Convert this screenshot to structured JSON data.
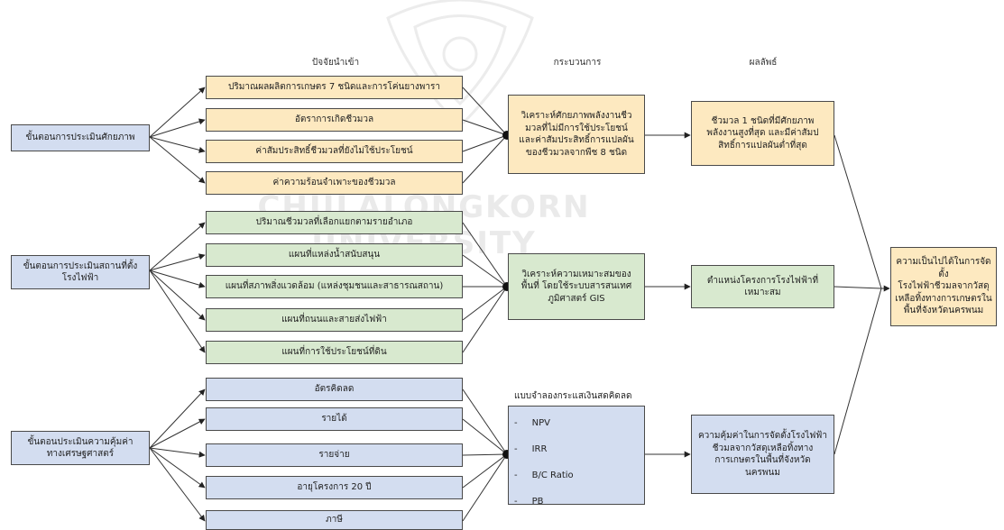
{
  "headers": {
    "inputs": "ปัจจัยนำเข้า",
    "process": "กระบวนการ",
    "outputs": "ผลลัพธ์"
  },
  "watermark": "CHULALONGKORN UNIVERSITY",
  "stages": {
    "potential": "ขั้นตอนการประเมินศักยภาพ",
    "site": "ขั้นตอนการประเมินสถานที่ตั้ง\nโรงไฟฟ้า",
    "economic": "ขั้นตอนประเมินความคุ้มค่า\nทางเศรษฐศาสตร์"
  },
  "inputs": {
    "potential": [
      "ปริมาณผลผลิตการเกษตร 7 ชนิดและการโค่นยางพารา",
      "อัตราการเกิดชีวมวล",
      "ค่าสัมประสิทธิ์ชีวมวลที่ยังไม่ใช้ประโยชน์",
      "ค่าความร้อนจำเพาะของชีวมวล"
    ],
    "site": [
      "ปริมาณชีวมวลที่เลือกแยกตามรายอำเภอ",
      "แผนที่แหล่งน้ำสนับสนุน",
      "แผนที่สภาพสิ่งแวดล้อม (แหล่งชุมชนและสาธารณสถาน)",
      "แผนที่ถนนและสายส่งไฟฟ้า",
      "แผนที่การใช้ประโยชน์ที่ดิน"
    ],
    "economic": [
      "อัตรคิดลด",
      "รายได้",
      "รายจ่าย",
      "อายุโครงการ 20 ปี",
      "ภาษี"
    ]
  },
  "processes": {
    "potential": "วิเคราะห์ศักยภาพพลังงานชีว\nมวลที่ไม่มีการใช้ประโยชน์\nและค่าสัมประสิทธิ์การแปลผัน\nของชีวมวลจากพืช 8 ชนิด",
    "site": "วิเคราะห์ความเหมาะสมของ\nพื้นที่ โดยใช้ระบบสารสนเทศ\nภูมิศาสตร์ GIS",
    "economic": {
      "title": "แบบจำลองกระแสเงินสดคิดลด",
      "items": [
        "NPV",
        "IRR",
        "B/C Ratio",
        "PB"
      ],
      "bullet": "-"
    }
  },
  "outputs": {
    "potential": "ชีวมวล 1 ชนิดที่มีศักยภาพ\nพลังงานสูงที่สุด และมีค่าสัมป\nสิทธิ์การแปลผันต่ำที่สุด",
    "site": "ตำแหน่งโครงการโรงไฟฟ้าที่\nเหมาะสม",
    "economic": "ความคุ้มค่าในการจัดตั้งโรงไฟฟ้า\nชีวมลจากวัสดุเหลือทิ้งทาง\nการเกษตรในพื้นที่จังหวัด\nนครพนม"
  },
  "final": "ความเป็นไปได้ในการจัดตั้ง\nโรงไฟฟ้าชีวมลจากวัสดุ\nเหลือทิ้งทางการเกษตรใน\nพื้นที่จังหวัดนครพนม",
  "colors": {
    "potential": "#fde9c0",
    "site": "#d8e9cf",
    "economic": "#d3ddf0"
  }
}
